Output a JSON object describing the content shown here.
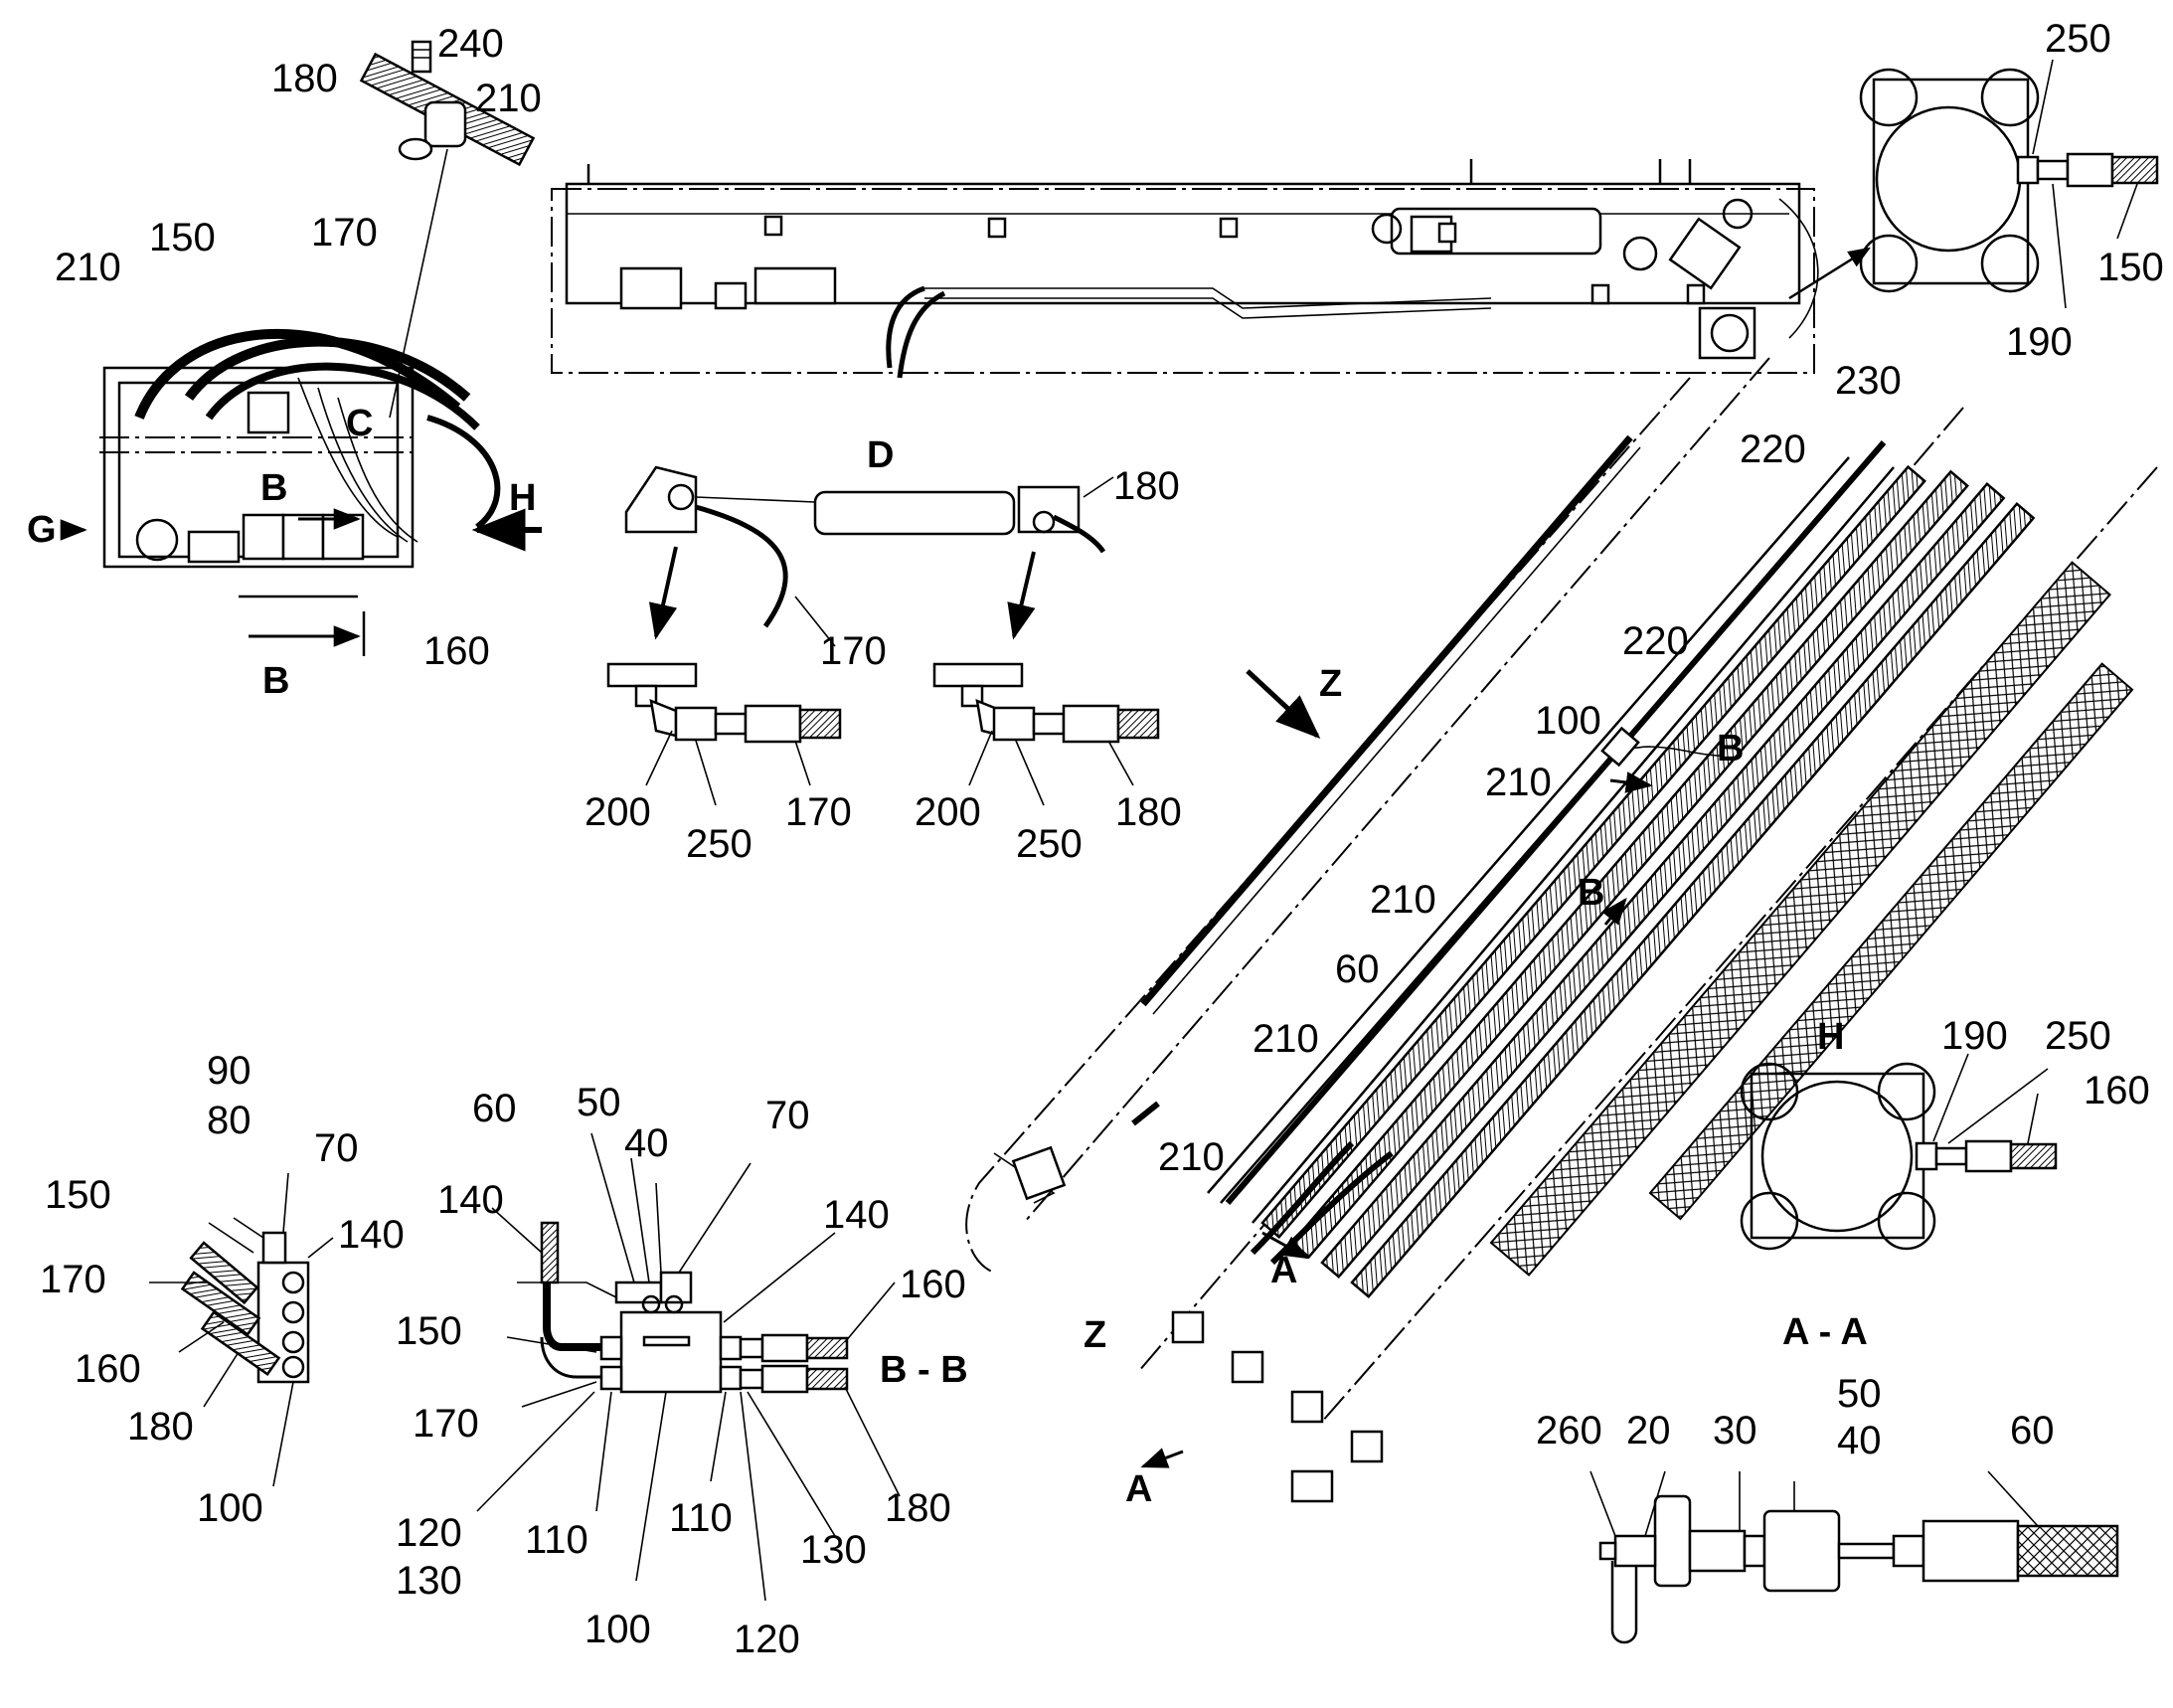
{
  "callouts": {
    "c240": "240",
    "c180a": "180",
    "c210a": "210",
    "c210b": "210",
    "c150a": "150",
    "c170a": "170",
    "cC": "C",
    "cB1": "B",
    "cG": "G",
    "cH1": "H",
    "c160a": "160",
    "cB2": "B",
    "cD": "D",
    "c180b": "180",
    "c170b": "170",
    "c200a": "200",
    "c250a": "250",
    "c170c": "170",
    "c200b": "200",
    "c250b": "250",
    "c180c": "180",
    "c250c": "250",
    "c150b": "150",
    "c190a": "190",
    "c230": "230",
    "c220a": "220",
    "c220b": "220",
    "cZ1": "Z",
    "c100a": "100",
    "cB3": "B",
    "c210c": "210",
    "cB4": "B",
    "c210d": "210",
    "c60a": "60",
    "c210e": "210",
    "c210f": "210",
    "cA1": "A",
    "cZ2": "Z",
    "cA2": "A",
    "cH2": "H",
    "c190b": "190",
    "c250d": "250",
    "c160b": "160",
    "cAA": "A - A",
    "c90": "90",
    "c80": "80",
    "c70a": "70",
    "c150c": "150",
    "c140a": "140",
    "c170d": "170",
    "c160c": "160",
    "c180d": "180",
    "c100b": "100",
    "c60b": "60",
    "c50a": "50",
    "c40a": "40",
    "c70b": "70",
    "c140b": "140",
    "c140c": "140",
    "c160d": "160",
    "c150d": "150",
    "cBB": "B - B",
    "c170e": "170",
    "c120a": "120",
    "c130a": "130",
    "c110a": "110",
    "c110b": "110",
    "c130b": "130",
    "c180e": "180",
    "c100c": "100",
    "c120b": "120",
    "c260": "260",
    "c20": "20",
    "c30": "30",
    "c50b": "50",
    "c40b": "40",
    "c60c": "60"
  }
}
